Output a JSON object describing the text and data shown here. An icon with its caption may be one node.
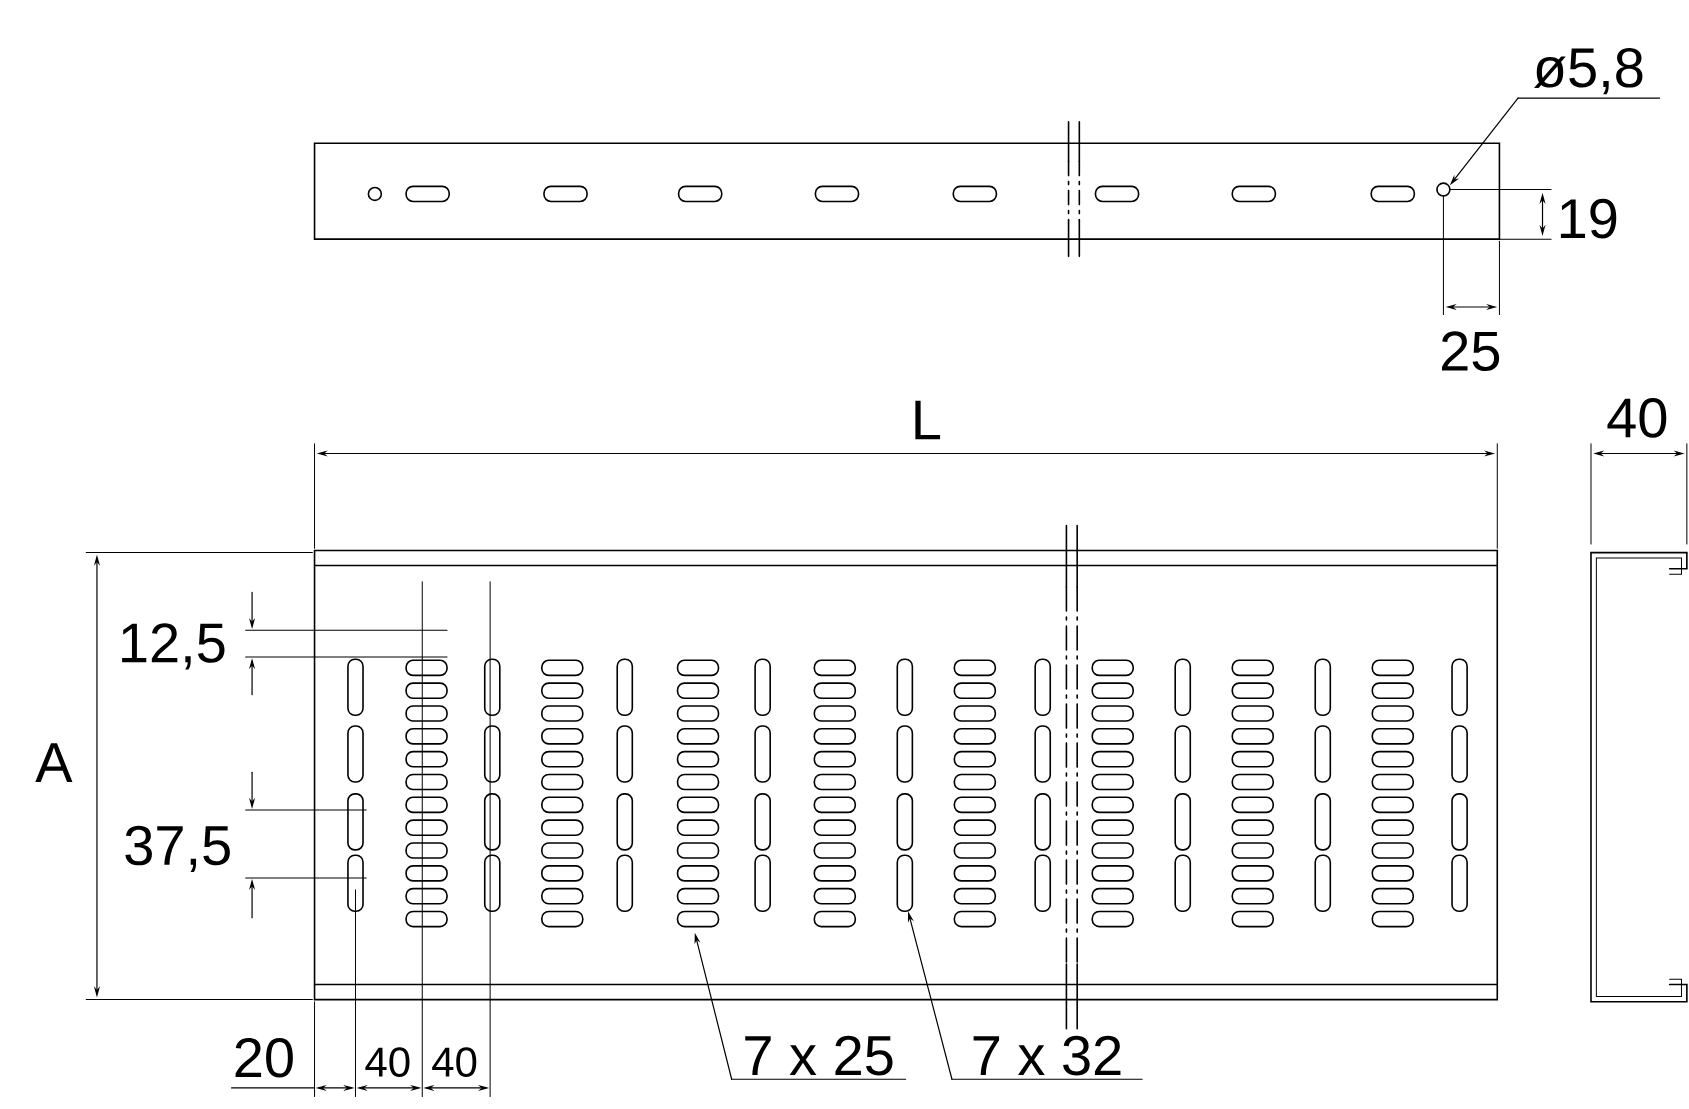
{
  "diagram": {
    "nodes": [
      {
        "text": [
          "ø5,8"
        ]
      },
      {
        "text": [
          "7 x 25"
        ]
      },
      {
        "text": [
          "7 x 32"
        ]
      }
    ],
    "edges": [
      {
        "from": 0,
        "to": null,
        "arrow": "to"
      },
      {
        "from": 1,
        "to": null,
        "arrow": "to"
      },
      {
        "from": 2,
        "to": null,
        "arrow": "to"
      }
    ],
    "labels": [
      "19",
      "25",
      "L",
      "40",
      "12,5",
      "A",
      "37,5",
      "20",
      "40",
      "40"
    ]
  }
}
